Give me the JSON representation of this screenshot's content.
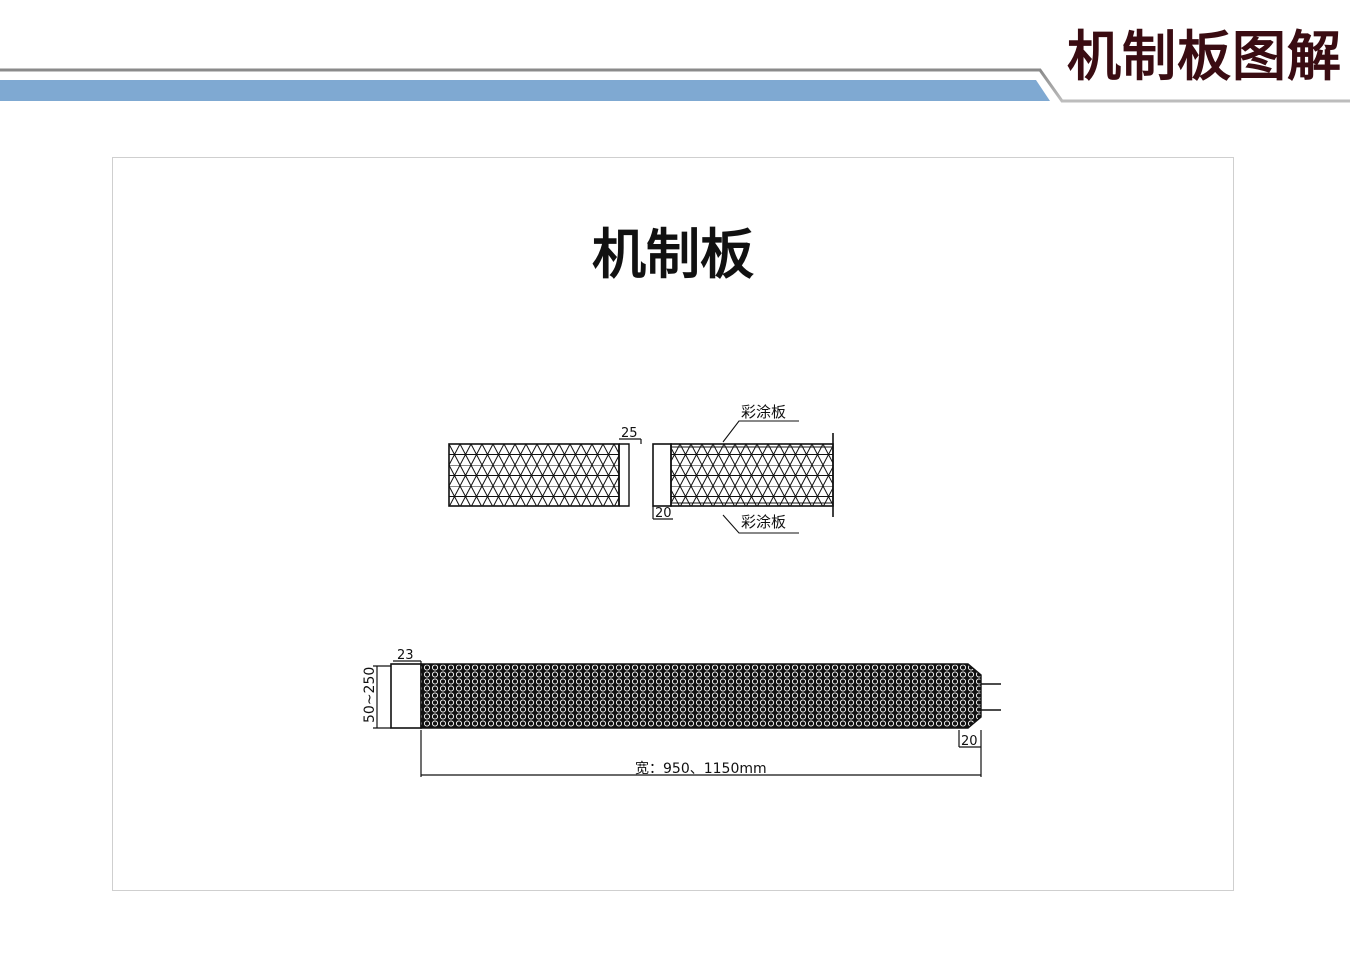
{
  "header": {
    "title": "机制板图解",
    "accent_color": "#7fa9d2",
    "title_color": "#3a0c12"
  },
  "drawing": {
    "title": "机制板",
    "section_view": {
      "top_dim": "25",
      "bottom_dim": "20",
      "top_coating_label": "彩涂板",
      "bottom_coating_label": "彩涂板"
    },
    "panel_view": {
      "left_dim": "23",
      "height_dim": "50~250",
      "right_dim": "20",
      "width_dim": "宽：950、1150mm"
    }
  }
}
